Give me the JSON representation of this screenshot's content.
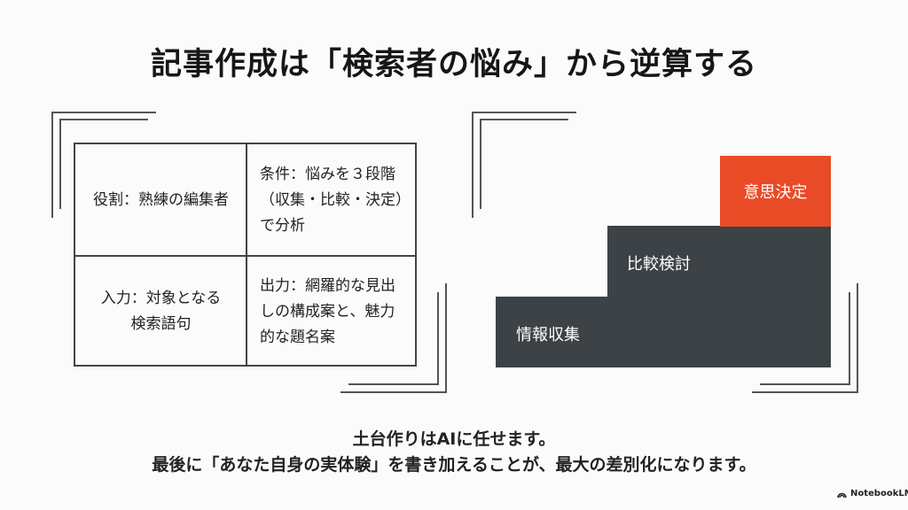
{
  "title": "記事作成は「検索者の悩み」から逆算する",
  "prompt_grid": {
    "role": "役割：熟練の編集者",
    "condition": "条件：悩みを３段階（収集・比較・決定）で分析",
    "input": "入力：対象となる検索語句",
    "output": "出力：網羅的な見出しの構成案と、魅力的な題名案"
  },
  "steps": [
    {
      "label": "情報収集",
      "color": "#3c4245"
    },
    {
      "label": "比較検討",
      "color": "#3c4245"
    },
    {
      "label": "意思決定",
      "color": "#e84b26"
    }
  ],
  "footer": {
    "line1": "土台作りはAIに任せます。",
    "line2": "最後に「あなた自身の実体験」を書き加えることが、最大の差別化になります。"
  },
  "brand": {
    "label": "NotebookLM",
    "icon": "notebooklm-logo-icon"
  }
}
